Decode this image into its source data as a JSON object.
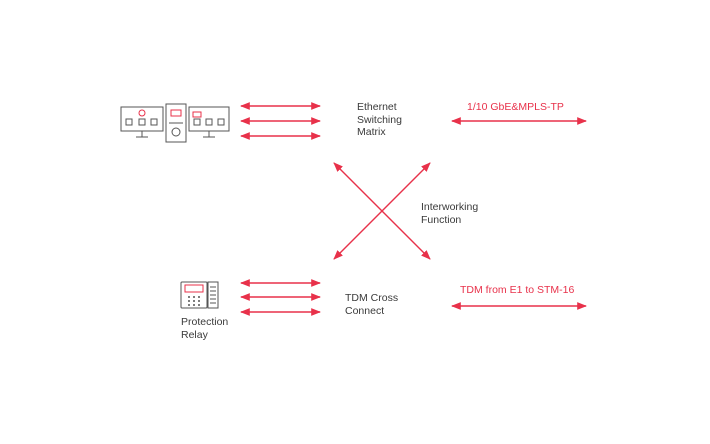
{
  "colors": {
    "arrow": "#e8314a",
    "icon_stroke": "#555555",
    "text": "#3a3a3a",
    "label_red": "#e8314a"
  },
  "icons": {
    "equipment": "computer-server-computer-icon",
    "relay": "protection-relay-icon"
  },
  "labels": {
    "ethernet_switching_matrix": "Ethernet\nSwitching\nMatrix",
    "gbe_mpls_tp": "1/10 GbE&MPLS-TP",
    "interworking_function": "Interworking\nFunction",
    "tdm_cross_connect": "TDM Cross\nConnect",
    "tdm_e1_stm16": "TDM from E1 to STM-16",
    "protection_relay": "Protection\nRelay"
  }
}
